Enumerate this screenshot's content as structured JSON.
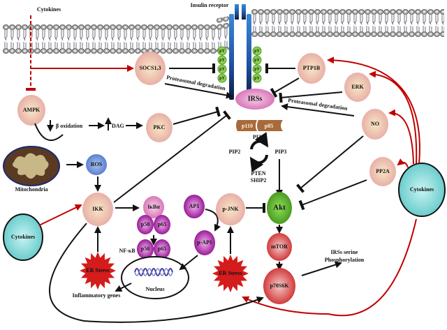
{
  "labels": {
    "cytokines_top": "Cytokines",
    "insulin_receptor": "Insulin receptor",
    "py": "pY",
    "socs": "SOCS1,3",
    "ptp1b": "PTP1B",
    "erk": "ERK",
    "irs": "IRSs",
    "proteasomal_1": "Proteasomal degradation",
    "proteasomal_2": "Proteasomal degradation",
    "no": "NO",
    "ampk": "AMPK",
    "beta_oxidation": "β oxidation",
    "dag": "DAG",
    "pkc": "PKC",
    "p110": "p110",
    "p85": "p85",
    "pi3k": "PI3K",
    "pip2": "PIP2",
    "pip3": "PIP3",
    "pten": "PTEN",
    "ship2": "SHIP2",
    "mitochondria": "Mitochondria",
    "ros": "ROS",
    "pp2a": "PP2A",
    "cytokines_right": "Cytokines",
    "cytokines_left": "Cytokines",
    "ikk": "IKK",
    "ikba": "IκBα",
    "p50": "p50",
    "p65": "p65",
    "nfkb": "NF-κB",
    "ap1": "AP1",
    "pap1": "p-AP1",
    "pjnk": "p-JNK",
    "akt": "Akt",
    "mtor": "mTOR",
    "p70s6k": "p70S6K",
    "er_stress": "ER Stress",
    "nucleus": "Nucleus",
    "inflammatory_genes": "Inflammatory genes",
    "irs_serine_1": "IRSs serine",
    "irs_serine_2": "Phosphorylation"
  },
  "colors": {
    "cytokine_arrow": "#c00000",
    "akt": "#5bb030",
    "nfkb": "#a0209a",
    "cytokines": "#7fd8d8",
    "er_stress": "#d41c1c",
    "ros": "#6a90d8"
  }
}
